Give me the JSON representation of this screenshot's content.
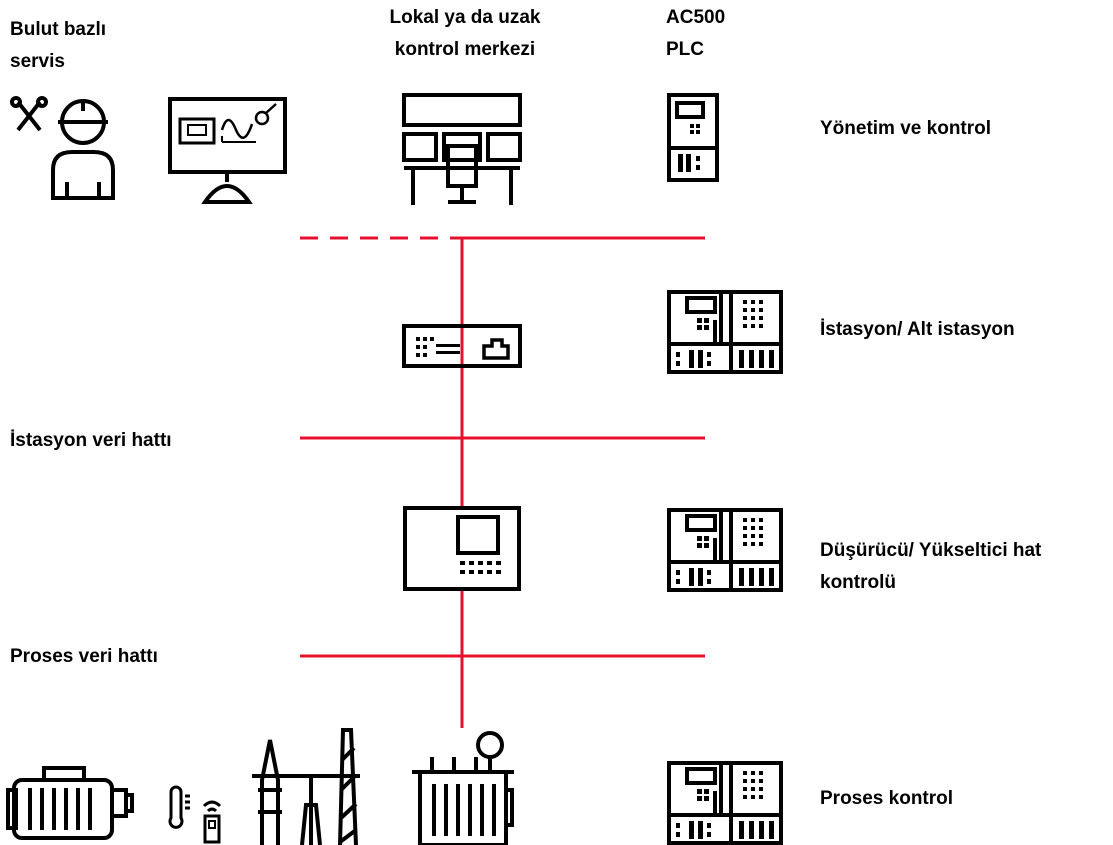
{
  "labels": {
    "cloud_service": [
      "Bulut bazlı",
      "servis"
    ],
    "control_center": [
      "Lokal ya da uzak",
      "kontrol merkezi"
    ],
    "plc": [
      "AC500",
      "PLC"
    ],
    "management": "Yönetim ve kontrol",
    "station": "İstasyon/ Alt istasyon",
    "station_bus": "İstasyon veri hattı",
    "feeder": [
      "Düşürücü/ Yükseltici hat",
      "kontrolü"
    ],
    "process_bus": "Proses veri hattı",
    "process_control": "Proses kontrol"
  },
  "colors": {
    "line": "#e8112d",
    "icon": "#000000",
    "text": "#000000"
  },
  "icons": [
    "service-technician-icon",
    "monitoring-screen-icon",
    "control-room-icon",
    "plc-small-icon",
    "gateway-router-icon",
    "plc-rack-icon",
    "controller-panel-icon",
    "motor-icon",
    "thermometer-icon",
    "wireless-sensor-icon",
    "pylon-icon",
    "transformer-icon"
  ]
}
